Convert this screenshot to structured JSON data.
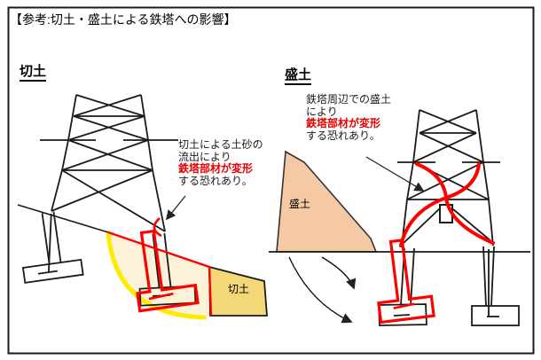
{
  "title": "【参考:切土・盛土による鉄塔への影響】",
  "left_panel": {
    "heading": "切土",
    "note_lines": [
      "切土による土砂の",
      "流出により",
      "鉄塔部材が変形",
      "する恐れあり。"
    ],
    "soil_label": "切土"
  },
  "right_panel": {
    "heading": "盛土",
    "note_lines": [
      "鉄塔周辺での盛土",
      "により",
      "鉄塔部材が変形",
      "する恐れあり。"
    ],
    "soil_label": "盛土"
  },
  "colors": {
    "deform_red": "#FF0000",
    "alert_text_red": "#E60000",
    "slip_arc_yellow": "#FFEB00",
    "slip_zone_cream": "#FBF2D8",
    "cut_soil_tan": "#F4D877",
    "fill_soil_peach": "#F6C9A5",
    "line_black": "#1A1A1A"
  }
}
